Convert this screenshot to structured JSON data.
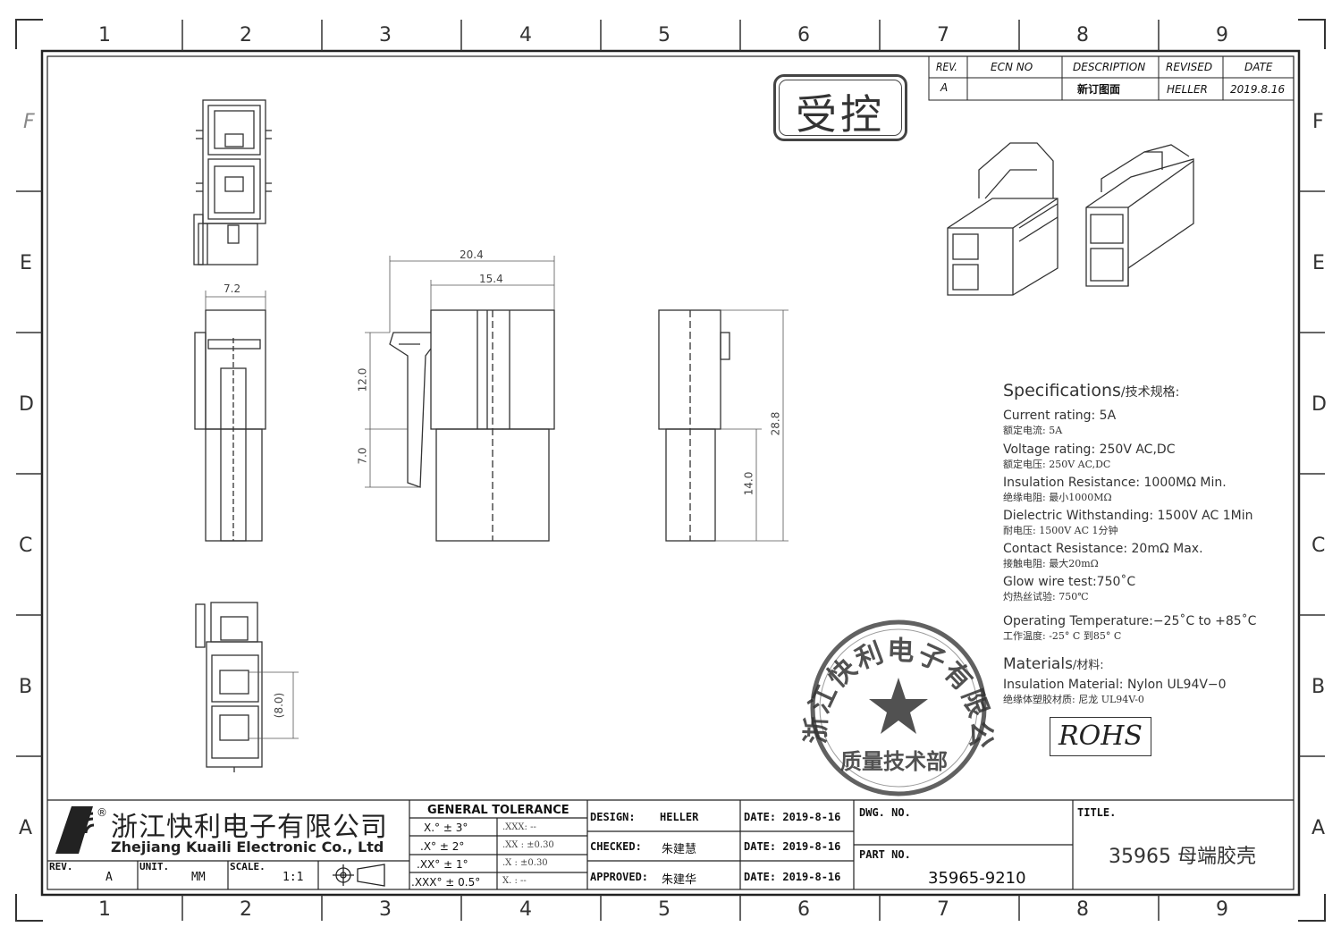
{
  "frame": {
    "columns": [
      "1",
      "2",
      "3",
      "4",
      "5",
      "6",
      "7",
      "8",
      "9"
    ],
    "rows": [
      "F",
      "E",
      "D",
      "C",
      "B",
      "A"
    ]
  },
  "controlled_stamp": "受控",
  "revision_table": {
    "headers": [
      "REV.",
      "ECN NO",
      "DESCRIPTION",
      "REVISED",
      "DATE"
    ],
    "row": [
      "A",
      "",
      "新订图面",
      "HELLER",
      "2019.8.16"
    ]
  },
  "dimensions": {
    "side_width": "7.2",
    "front_total_width": "20.4",
    "front_body_width": "15.4",
    "front_upper_height": "12.0",
    "front_lower_height": "7.0",
    "side_total_height": "28.8",
    "side_lower_height": "14.0",
    "bottom_pitch": "(8.0)"
  },
  "specs": {
    "heading": "Specifications",
    "heading_cn": "/技术规格:",
    "items": [
      {
        "main": "Current  rating:  5A",
        "sub": "额定电流: 5A"
      },
      {
        "main": "Voltage  rating:  250V  AC,DC",
        "sub": "额定电压: 250V AC,DC"
      },
      {
        "main": "Insulation  Resistance:  1000MΩ  Min.",
        "sub": "绝缘电阻: 最小1000MΩ"
      },
      {
        "main": "Dielectric  Withstanding:    1500V  AC    1Min",
        "sub": "耐电压: 1500V AC 1分钟"
      },
      {
        "main": "Contact  Resistance:    20mΩ  Max.",
        "sub": "接触电阻: 最大20mΩ"
      },
      {
        "main": "Glow  wire  test:750˚C",
        "sub": "灼热丝试验: 750℃"
      },
      {
        "main": "Operating  Temperature:−25˚C  to  +85˚C",
        "sub": "工作温度: -25° C 到85° C"
      }
    ],
    "materials_heading": "Materials",
    "materials_heading_cn": "/材料:",
    "materials": {
      "main": "Insulation  Material:  Nylon  UL94V−0",
      "sub": "绝缘体塑胶材质: 尼龙 UL94V-0"
    },
    "rohs": "ROHS"
  },
  "seal": {
    "ring_text": "浙江快利电子有限公司",
    "bottom_text": "质量技术部"
  },
  "title_block": {
    "company_cn": "浙江快利电子有限公司",
    "company_en": "Zhejiang  Kuaili  Electronic  Co.,  Ltd",
    "registered": "®",
    "rev_label": "REV.",
    "rev_value": "A",
    "unit_label": "UNIT.",
    "unit_value": "MM",
    "scale_label": "SCALE.",
    "scale_value": "1:1",
    "tolerance_heading": "GENERAL  TOLERANCE",
    "tolerance_angles": [
      "X.°  ±  3°",
      ".X°  ±  2°",
      ".XX°  ±  1°",
      ".XXX°  ±  0.5°"
    ],
    "tolerance_linear": [
      ".XXX:   --",
      ".XX  :   ±0.30",
      ".X   :   ±0.30",
      "X.   :   --"
    ],
    "design_label": "DESIGN:",
    "design_value": "HELLER",
    "checked_label": "CHECKED:",
    "checked_value": "朱建慧",
    "approved_label": "APPROVED:",
    "approved_value": "朱建华",
    "date_label_1": "DATE:  2019-8-16",
    "date_label_2": "DATE:  2019-8-16",
    "date_label_3": "DATE:  2019-8-16",
    "dwg_label": "DWG.  NO.",
    "part_label": "PART  NO.",
    "part_value": "35965-9210",
    "title_label": "TITLE.",
    "title_value": "35965  母端胶壳"
  }
}
